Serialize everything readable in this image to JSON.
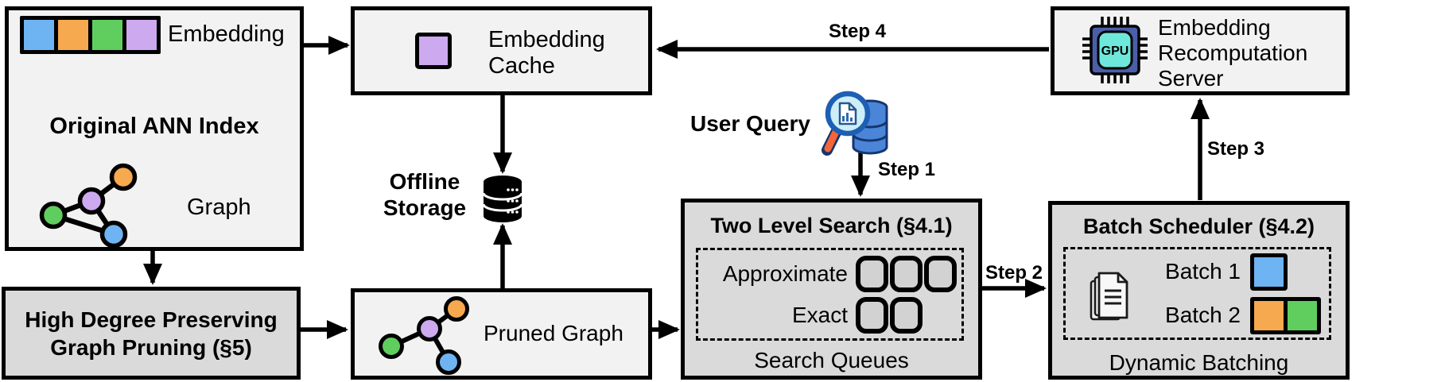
{
  "diagram": {
    "colors": {
      "embedding_blue": "#6FB4F2",
      "embedding_orange": "#F6A94F",
      "embedding_green": "#5FCE5F",
      "embedding_purple": "#CDA9F0",
      "box_light": "#F2F2F2",
      "box_dark": "#DADADA",
      "queue_fill": "#D2D2D2"
    },
    "boxes": {
      "original_ann_index": {
        "title": "Original ANN Index",
        "embedding_label": "Embedding",
        "graph_label": "Graph",
        "embedding_vector_colors": [
          "blue",
          "orange",
          "green",
          "purple"
        ]
      },
      "high_degree_pruning": {
        "title_line1": "High Degree Preserving",
        "title_line2": "Graph Pruning (§5)"
      },
      "embedding_cache": {
        "title": "Embedding Cache",
        "icon_color": "purple"
      },
      "offline_storage": {
        "label_line1": "Offline",
        "label_line2": "Storage"
      },
      "pruned_graph": {
        "label": "Pruned Graph"
      },
      "two_level_search": {
        "title": "Two Level Search (§4.1)",
        "approximate_label": "Approximate",
        "approximate_queue_count": 3,
        "exact_label": "Exact",
        "exact_queue_count": 2,
        "caption": "Search Queues"
      },
      "batch_scheduler": {
        "title": "Batch Scheduler (§4.2)",
        "batch1_label": "Batch 1",
        "batch1_colors": [
          "blue"
        ],
        "batch2_label": "Batch 2",
        "batch2_colors": [
          "orange",
          "green"
        ],
        "caption": "Dynamic Batching"
      },
      "recomputation_server": {
        "title": "Embedding Recomputation Server",
        "gpu_chip_label": "GPU"
      }
    },
    "user_query_label": "User Query",
    "steps": {
      "step1": "Step 1",
      "step2": "Step 2",
      "step3": "Step 3",
      "step4": "Step 4"
    }
  }
}
